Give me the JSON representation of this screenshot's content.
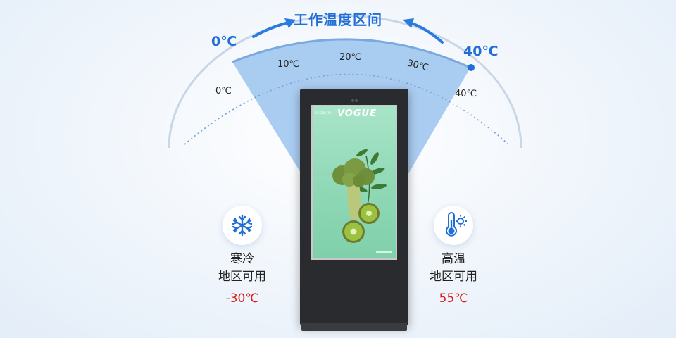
{
  "title": "工作温度区间",
  "arc_labels": {
    "outer_left": "0℃",
    "outer_right": "40℃",
    "inner": [
      "0℃",
      "10℃",
      "20℃",
      "30℃",
      "40℃"
    ]
  },
  "screen": {
    "brand_small": "ODD/RI",
    "brand": "VOGUE"
  },
  "cold": {
    "line1": "寒冷",
    "line2": "地区可用",
    "value": "-30℃",
    "icon": "snowflake-icon"
  },
  "hot": {
    "line1": "高温",
    "line2": "地区可用",
    "value": "55℃",
    "icon": "thermometer-sun-icon"
  },
  "colors": {
    "accent": "#1f6fd6",
    "wedge": "#8fbcec",
    "warning": "#d9201c"
  }
}
